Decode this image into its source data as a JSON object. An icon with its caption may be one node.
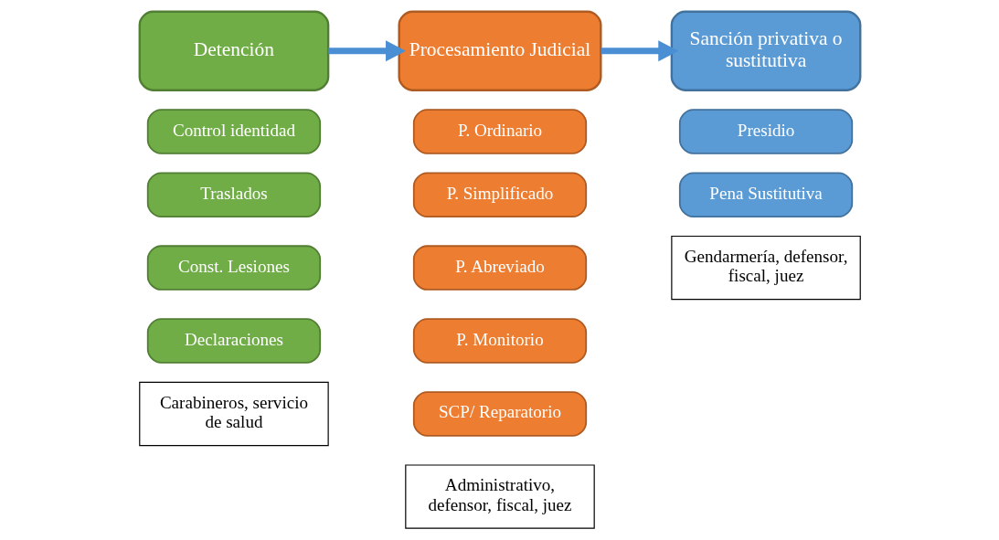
{
  "diagram": {
    "nodes": [
      {
        "text": [
          "Detención"
        ]
      },
      {
        "text": [
          "Procesamiento Judicial"
        ]
      },
      {
        "text": [
          "Sanción privativa o sustitutiva"
        ]
      },
      {
        "text": [
          "Control identidad"
        ]
      },
      {
        "text": [
          "Traslados"
        ]
      },
      {
        "text": [
          "Const. Lesiones"
        ]
      },
      {
        "text": [
          "Declaraciones"
        ]
      },
      {
        "text": [
          "Carabineros, servicio de salud"
        ]
      },
      {
        "text": [
          "P. Ordinario"
        ]
      },
      {
        "text": [
          "P. Simplificado"
        ]
      },
      {
        "text": [
          "P. Abreviado"
        ]
      },
      {
        "text": [
          "P. Monitorio"
        ]
      },
      {
        "text": [
          "SCP/ Reparatorio"
        ]
      },
      {
        "text": [
          "Administrativo, defensor, fiscal, juez"
        ]
      },
      {
        "text": [
          "Presidio"
        ]
      },
      {
        "text": [
          "Pena Sustitutiva"
        ]
      },
      {
        "text": [
          "Gendarmería, defensor, fiscal, juez"
        ]
      }
    ],
    "edges": [
      {
        "from": 0,
        "to": 1,
        "arrow": "to"
      },
      {
        "from": 1,
        "to": 2,
        "arrow": "to"
      }
    ]
  }
}
